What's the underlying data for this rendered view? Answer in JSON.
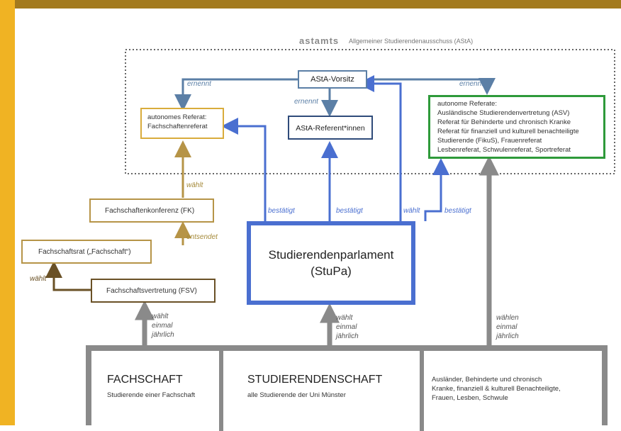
{
  "header": {
    "logo_text": "astamts",
    "title": "Allgemeiner Studierendenausschuss (AStA)"
  },
  "nodes": {
    "asta_vorsitz": "AStA-Vorsitz",
    "fachschaftenreferat_line1": "autonomes Referat:",
    "fachschaftenreferat_line2": "Fachschaftenreferat",
    "asta_referent": "AStA-Referent*innen",
    "autonome_referate_lines": [
      "autonome Referate:",
      "Ausländische Studierendenvertretung (ASV)",
      "Referat für Behinderte und chronisch Kranke",
      "Referat für finanziell und kulturell benachteiligte",
      "Studierende (FikuS), Frauenreferat",
      "Lesbenreferat, Schwulenreferat, Sportreferat"
    ],
    "fachschaftenkonferenz": "Fachschaftenkonferenz (FK)",
    "fachschaftsrat": "Fachschaftsrat („Fachschaft“)",
    "fachschaftsvertretung": "Fachschaftsvertretung (FSV)",
    "stupa_line1": "Studierendenparlament",
    "stupa_line2": "(StuPa)"
  },
  "edge_labels": {
    "ernennt_left": "ernennt",
    "ernennt_mid": "ernennt",
    "ernennt_right": "ernennt",
    "waehlt_fk": "wählt",
    "entsendet": "entsendet",
    "waehlt_left": "wählt",
    "bestaetigt_1": "bestätigt",
    "bestaetigt_2": "bestätigt",
    "waehlt_stupa": "wählt",
    "bestaetigt_3": "bestätigt",
    "waehlt_einmal_1": [
      "wählt",
      "einmal",
      "jährlich"
    ],
    "waehlt_einmal_2": [
      "wählt",
      "einmal",
      "jährlich"
    ],
    "waehlen_einmal": [
      "wählen",
      "einmal",
      "jährlich"
    ]
  },
  "bottom": {
    "fachschaft_title": "FACHSCHAFT",
    "fachschaft_sub": "Studierende einer Fachschaft",
    "studierendenschaft_title": "STUDIERENDENSCHAFT",
    "studierendenschaft_sub": "alle Studierende der Uni Münster",
    "groups_lines": [
      "Ausländer, Behinderte und chronisch",
      "Kranke, finanziell & kulturell Benachteiligte,",
      "Frauen, Lesben, Schwule"
    ]
  },
  "colors": {
    "frame_gold": "#f0b323",
    "frame_brown": "#a37a1e",
    "blue": "#4a6fd0",
    "steel": "#5b7fa6",
    "navy": "#2f4b7a",
    "gold": "#d9ac3c",
    "brown": "#6a5126",
    "green": "#2e9a3a",
    "grey": "#8a8a8a"
  }
}
